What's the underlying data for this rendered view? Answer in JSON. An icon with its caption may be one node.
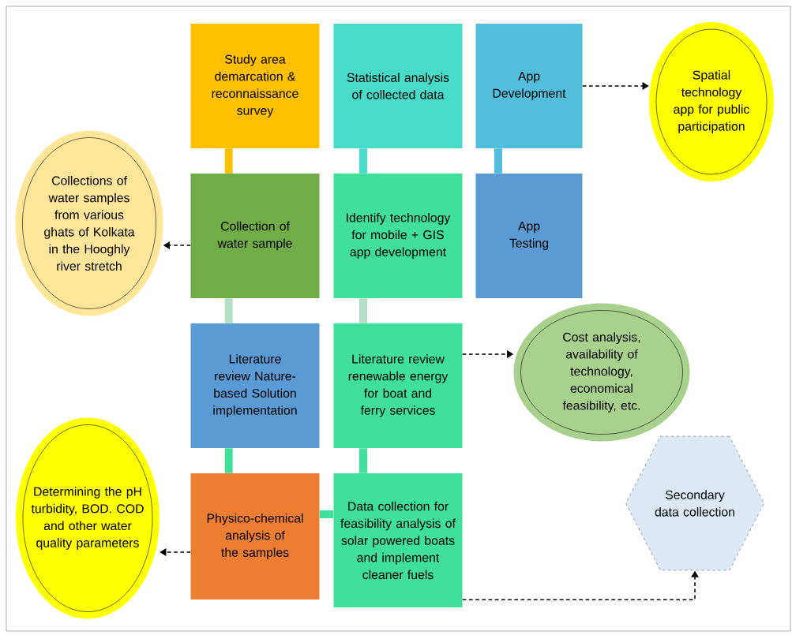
{
  "diagram": {
    "nodes": [
      {
        "text": [
          "Study area demarcation & reconnaissance survey"
        ]
      },
      {
        "text": [
          "Statistical analysis of collected data"
        ]
      },
      {
        "text": [
          "App Development"
        ]
      },
      {
        "text": [
          "Spatial technology app for public participation"
        ]
      },
      {
        "text": [
          "Collections of water samples from various ghats of Kolkata in the Hooghly river stretch"
        ]
      },
      {
        "text": [
          "Collection of water sample"
        ]
      },
      {
        "text": [
          "Identify technology for mobile + GIS app development"
        ]
      },
      {
        "text": [
          "App Testing"
        ]
      },
      {
        "text": [
          "Literature review Nature-based Solution implementation"
        ]
      },
      {
        "text": [
          "Literature review renewable energy for boat and ferry services"
        ]
      },
      {
        "text": [
          "Cost analysis, availability of technology, economical feasibility, etc."
        ]
      },
      {
        "text": [
          "Determining the pH turbidity, BOD. COD and other water quality parameters"
        ]
      },
      {
        "text": [
          "Physico-chemical analysis of the samples"
        ]
      },
      {
        "text": [
          "Data collection for feasibility analysis of solar powered boats and implement cleaner fuels"
        ]
      },
      {
        "text": [
          "Secondary data collection"
        ]
      }
    ],
    "edges": [
      {
        "from": 0,
        "to": 5,
        "arrow": "none",
        "color": "#ffc000"
      },
      {
        "from": 1,
        "to": 6,
        "arrow": "none",
        "color": "#48dcc8"
      },
      {
        "from": 2,
        "to": 7,
        "arrow": "none",
        "color": "#52bedc"
      },
      {
        "from": 5,
        "to": 8,
        "arrow": "none",
        "color": "#b3dfc8"
      },
      {
        "from": 6,
        "to": 9,
        "arrow": "none",
        "color": "#b3dfc8"
      },
      {
        "from": 8,
        "to": 12,
        "arrow": "none",
        "color": "#40e09a"
      },
      {
        "from": 9,
        "to": 13,
        "arrow": "none",
        "color": "#40e09a"
      },
      {
        "from": 12,
        "to": 13,
        "arrow": "none",
        "color": "#40e09a"
      },
      {
        "from": 2,
        "to": 3,
        "arrow": "to",
        "style": "dashed"
      },
      {
        "from": 5,
        "to": 4,
        "arrow": "to",
        "style": "dashed"
      },
      {
        "from": 9,
        "to": 10,
        "arrow": "to",
        "style": "dashed"
      },
      {
        "from": 12,
        "to": 11,
        "arrow": "to",
        "style": "dashed"
      },
      {
        "from": 13,
        "to": 14,
        "arrow": "to",
        "style": "dashed"
      }
    ]
  }
}
